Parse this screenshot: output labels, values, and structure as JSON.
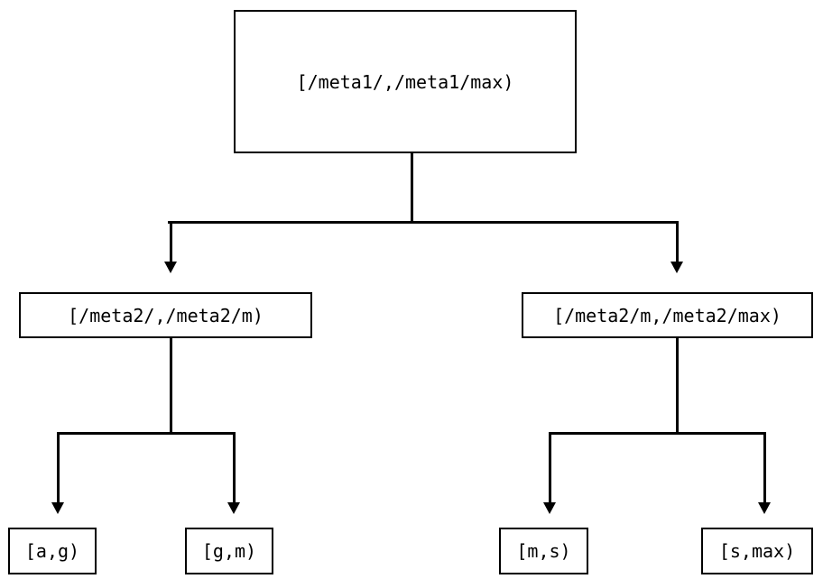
{
  "diagram": {
    "type": "tree",
    "title": "",
    "background_color": "#ffffff",
    "line_color": "#000000",
    "text_color": "#000000",
    "levels": 3,
    "nodes": {
      "root": {
        "label": "[/meta1/,/meta1/max)"
      },
      "mid_left": {
        "label": "[/meta2/,/meta2/m)"
      },
      "mid_right": {
        "label": "[/meta2/m,/meta2/max)"
      },
      "leaves": [
        {
          "label": "[a,g)"
        },
        {
          "label": "[g,m)"
        },
        {
          "label": "[m,s)"
        },
        {
          "label": "[s,max)"
        }
      ]
    },
    "edges": [
      {
        "from": "root",
        "to": "mid_left",
        "arrow": "down"
      },
      {
        "from": "root",
        "to": "mid_right",
        "arrow": "down"
      },
      {
        "from": "mid_left",
        "to": "[a,g)",
        "arrow": "down"
      },
      {
        "from": "mid_left",
        "to": "[g,m)",
        "arrow": "down"
      },
      {
        "from": "mid_right",
        "to": "[m,s)",
        "arrow": "down"
      },
      {
        "from": "mid_right",
        "to": "[s,max)",
        "arrow": "down"
      }
    ]
  }
}
